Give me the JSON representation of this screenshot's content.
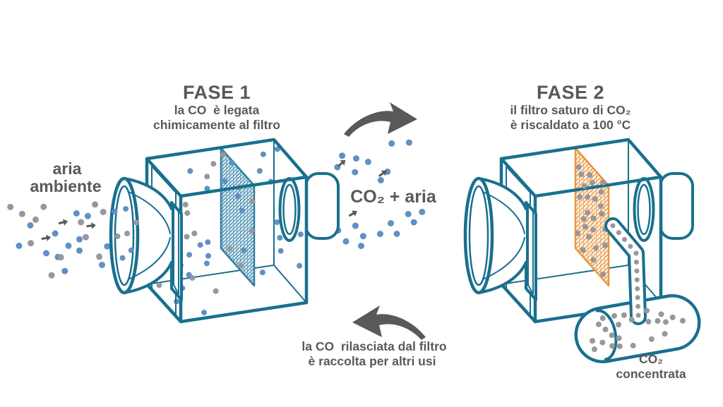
{
  "colors": {
    "teal": "#19708f",
    "filter_blue": "#2e7ea1",
    "filter_blue_fill": "#ddeaf3",
    "filter_orange": "#e8963f",
    "filter_orange_fill": "#fdf2e4",
    "molecule_blue": "#6090c4",
    "molecule_gray": "#98989a",
    "arrow_text_gray": "#58595b",
    "background": "#ffffff"
  },
  "fase1": {
    "title": "FASE 1",
    "subtitle_line1": "la CO  è legata",
    "subtitle_line2": "chimicamente al filtro"
  },
  "fase2": {
    "title": "FASE 2",
    "subtitle_line1": "il filtro saturo di CO₂",
    "subtitle_line2": "è riscaldato a 100 °C"
  },
  "labels": {
    "input_line1": "aria",
    "input_line2": "ambiente",
    "output": "CO₂ + aria",
    "released_line1": "la CO  rilasciata dal filtro",
    "released_line2": "è raccolta per altri usi",
    "capsule_line1": "CO₂",
    "capsule_line2": "concentrata"
  }
}
